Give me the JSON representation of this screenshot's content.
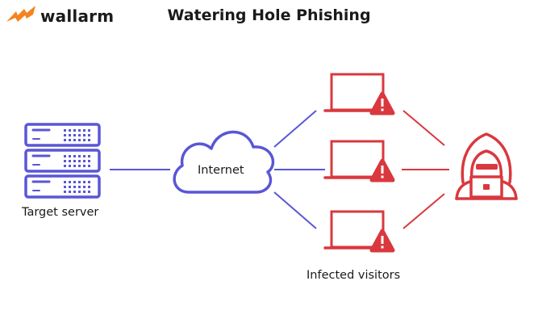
{
  "brand": {
    "name": "wallarm",
    "logo_color": "#f5841f"
  },
  "title": "Watering Hole Phishing",
  "nodes": {
    "server_label": "Target server",
    "cloud_label": "Internet",
    "visitors_label": "Infected visitors"
  },
  "colors": {
    "blue": "#5a56d6",
    "red": "#d9383e",
    "text": "#1a1a1a"
  },
  "icons": [
    "server-icon",
    "cloud-icon",
    "laptop-icon",
    "warning-icon",
    "hacker-icon"
  ]
}
